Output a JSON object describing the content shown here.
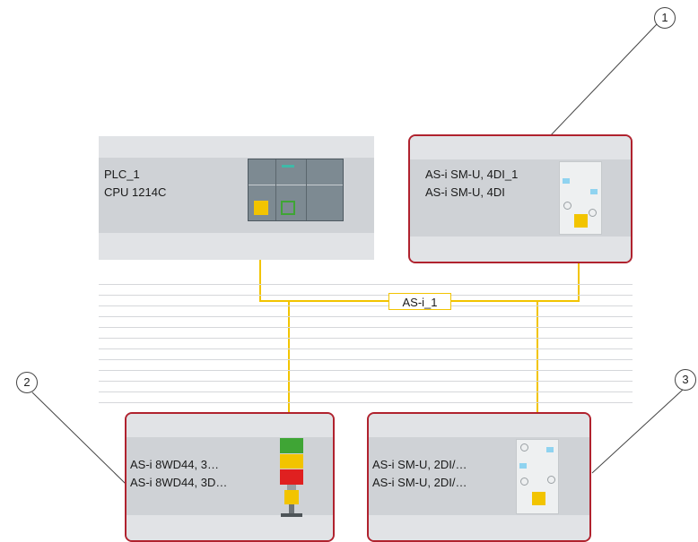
{
  "plc": {
    "name": "PLC_1",
    "type": "CPU 1214C"
  },
  "slave1": {
    "name": "AS-i SM-U, 4DI_1",
    "type": "AS-i SM-U, 4DI"
  },
  "slave2": {
    "name": "AS-i 8WD44, 3…",
    "type": "AS-i 8WD44, 3D…"
  },
  "slave3": {
    "name": "AS-i SM-U, 2DI/…",
    "type": "AS-i SM-U, 2DI/…"
  },
  "network": {
    "label": "AS-i_1"
  },
  "callouts": [
    "1",
    "2",
    "3"
  ],
  "colors": {
    "network": "#f2c400",
    "selected_border": "#b0222e",
    "port": "#f2c400",
    "lamp_green": "#3fa535",
    "lamp_red": "#e02020"
  }
}
